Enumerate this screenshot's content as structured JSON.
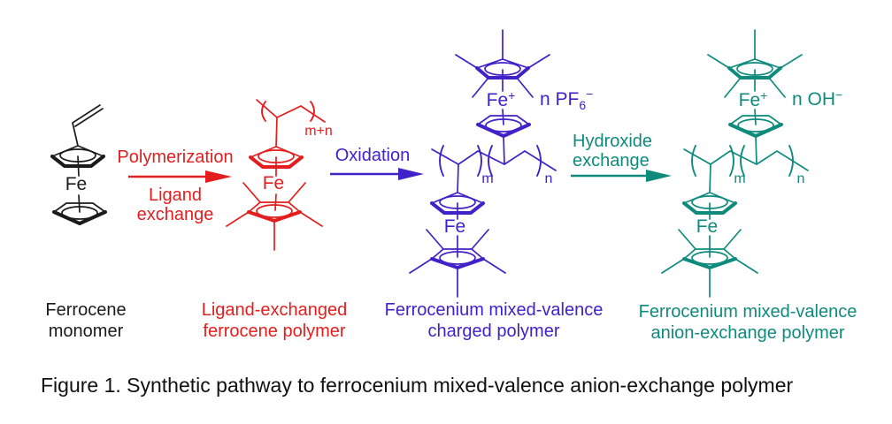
{
  "figure_caption": "Figure 1. Synthetic pathway to ferrocenium mixed-valence anion-exchange polymer",
  "monomer": {
    "color": "#1b1b1b",
    "fe": "Fe",
    "label_line1": "Ferrocene",
    "label_line2": "monomer"
  },
  "step1": {
    "color": "#e31e1e",
    "label_top": "Polymerization",
    "label_bottom_line1": "Ligand",
    "label_bottom_line2": "exchange"
  },
  "polymer_red": {
    "color": "#e31e1e",
    "fe": "Fe",
    "repeat": "m+n",
    "label_line1": "Ligand-exchanged",
    "label_line2": "ferrocene polymer"
  },
  "step2": {
    "color": "#3f22c8",
    "label": "Oxidation"
  },
  "polymer_blue": {
    "color": "#3f22c8",
    "fe_cation": {
      "symbol": "Fe",
      "charge": "+"
    },
    "counter_ion": {
      "prefix": "n PF",
      "subscript": "6",
      "charge": "−"
    },
    "fe": "Fe",
    "repeat_m": "m",
    "repeat_n": "n",
    "label_line1": "Ferrocenium mixed-valence",
    "label_line2": "charged polymer"
  },
  "step3": {
    "color": "#0f8b7e",
    "label_line1": "Hydroxide",
    "label_line2": "exchange"
  },
  "polymer_teal": {
    "color": "#0f8b7e",
    "fe_cation": {
      "symbol": "Fe",
      "charge": "+"
    },
    "counter_ion": {
      "prefix": "n OH",
      "charge": "−"
    },
    "fe": "Fe",
    "repeat_m": "m",
    "repeat_n": "n",
    "label_line1": "Ferrocenium mixed-valence",
    "label_line2": "anion-exchange polymer"
  }
}
